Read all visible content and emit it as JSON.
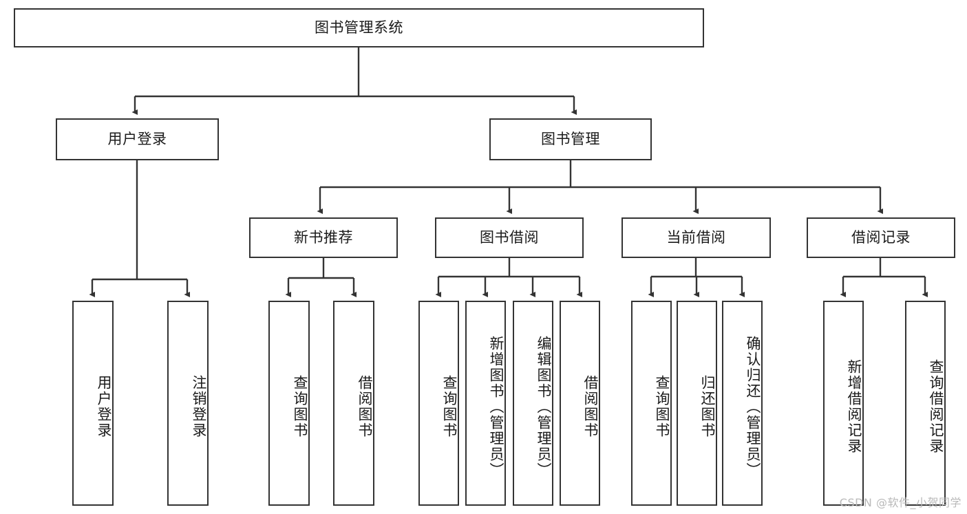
{
  "diagram": {
    "type": "tree",
    "title": "图书管理系统",
    "watermark": "CSDN @软件_小贺同学",
    "colors": {
      "border": "#333333",
      "background": "#ffffff",
      "text": "#1a1a1a",
      "watermark": "#b9b9b9"
    },
    "nodes": {
      "root": "图书管理系统",
      "level2": {
        "user_login": "用户登录",
        "book_manage": "图书管理"
      },
      "level3": {
        "new_book_recommend": "新书推荐",
        "book_borrow": "图书借阅",
        "current_borrow": "当前借阅",
        "borrow_record": "借阅记录"
      },
      "leaves": {
        "user_login_1": "用户登录",
        "user_login_2": "注销登录",
        "recommend_1": "查询图书",
        "recommend_2": "借阅图书",
        "borrow_1": "查询图书",
        "borrow_2": "新增图书（管理员）",
        "borrow_3": "编辑图书（管理员）",
        "borrow_4": "借阅图书",
        "current_1": "查询图书",
        "current_2": "归还图书",
        "current_3": "确认归还（管理员）",
        "record_1": "新增借阅记录",
        "record_2": "查询借阅记录"
      }
    }
  }
}
